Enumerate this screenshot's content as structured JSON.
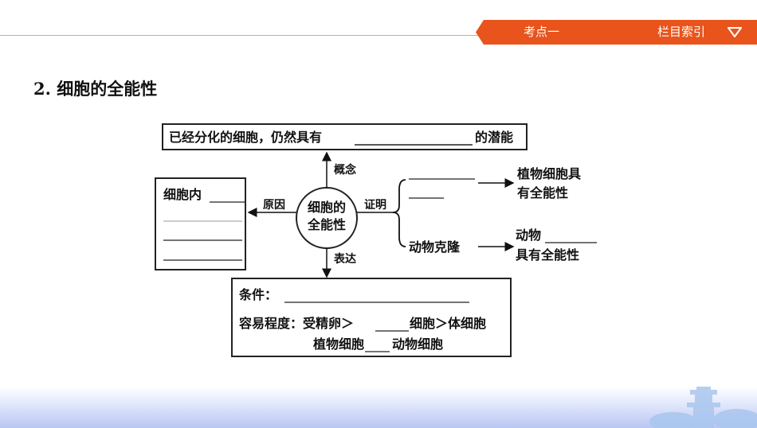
{
  "header": {
    "topic_label": "考点一",
    "index_label": "栏目索引",
    "accent_color": "#e8541c",
    "dropdown_icon": "triangle-down-icon"
  },
  "section": {
    "title": "2. 细胞的全能性"
  },
  "diagram": {
    "top_box": {
      "text_left": "已经分化的细胞，仍然具有",
      "text_right": "的潜能"
    },
    "center": {
      "line1": "细胞的",
      "line2": "全能性"
    },
    "arrows": {
      "concept": "概念",
      "reason": "原因",
      "proof": "证明",
      "expression": "表达"
    },
    "left_box": {
      "title": "细胞内"
    },
    "proof_items": {
      "plant_result_line1": "植物细胞具",
      "plant_result_line2": "有全能性",
      "animal_method": "动物克隆",
      "animal_result_line1": "动物",
      "animal_result_line2": "具有全能性"
    },
    "bottom_box": {
      "condition_label": "条件：",
      "ease_prefix": "容易程度：受精卵＞",
      "ease_mid": "细胞＞体细胞",
      "ease_line2_left": "植物细胞",
      "ease_line2_right": "动物细胞"
    }
  }
}
